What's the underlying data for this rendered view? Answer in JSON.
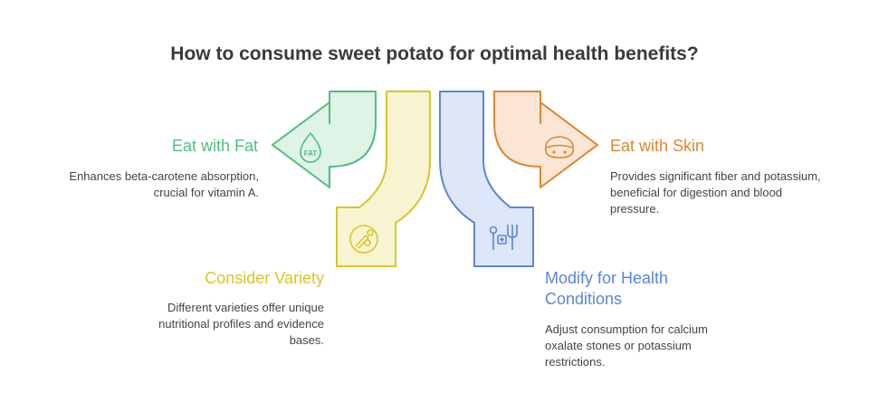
{
  "title": "How to consume sweet potato for optimal health benefits?",
  "colors": {
    "green": "#4dbf7c",
    "green_fill": "#dff3e6",
    "yellow": "#d9c42a",
    "yellow_fill": "#f8f4d2",
    "blue": "#5b85d8",
    "blue_fill": "#dde7f9",
    "orange": "#e0852f",
    "orange_fill": "#fbe6d5"
  },
  "items": [
    {
      "id": "eat-with-fat",
      "heading": "Eat with Fat",
      "description": "Enhances beta-carotene absorption, crucial for vitamin A.",
      "icon": "fat-drop-icon",
      "icon_text": "FAT"
    },
    {
      "id": "consider-variety",
      "heading": "Consider Variety",
      "description": "Different varieties offer unique nutritional profiles and evidence bases.",
      "icon": "vegetables-icon"
    },
    {
      "id": "modify-for-health-conditions",
      "heading": "Modify for Health Conditions",
      "description": "Adjust consumption for calcium oxalate stones or potassium restrictions.",
      "icon": "medical-utensils-icon"
    },
    {
      "id": "eat-with-skin",
      "heading": "Eat with Skin",
      "description": "Provides significant fiber and potassium, beneficial for digestion and blood pressure.",
      "icon": "potato-icon"
    }
  ]
}
